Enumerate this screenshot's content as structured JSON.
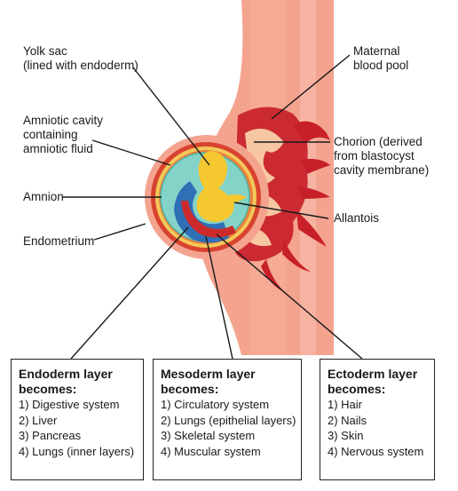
{
  "colors": {
    "tissue": "#f4a38f",
    "tissue_light": "#f9c9ba",
    "blood": "#c8202a",
    "chorion_outer": "#f3c95a",
    "amniotic_fluid": "#83d3c8",
    "yolk_sac": "#f5c830",
    "endoderm": "#2f6fb6",
    "mesoderm": "#cc2a2a"
  },
  "labels": {
    "yolk_sac": "Yolk sac\n(lined with endoderm)",
    "amniotic_cavity": "Amniotic cavity\ncontaining\namniotic fluid",
    "amnion": "Amnion",
    "endometrium": "Endometrium",
    "maternal_blood_pool": "Maternal\nblood pool",
    "chorion": "Chorion (derived\nfrom blastocyst\ncavity membrane)",
    "allantois": "Allantois"
  },
  "boxes": [
    {
      "title": "Endoderm layer\nbecomes:",
      "items": [
        "1) Digestive system",
        "2) Liver",
        "3) Pancreas",
        "4) Lungs (inner layers)"
      ]
    },
    {
      "title": "Mesoderm layer\nbecomes:",
      "items": [
        "1) Circulatory system",
        "2) Lungs (epithelial layers)",
        "3) Skeletal system",
        "4) Muscular system"
      ]
    },
    {
      "title": "Ectoderm layer\nbecomes:",
      "items": [
        "1) Hair",
        "2) Nails",
        "3) Skin",
        "4) Nervous system"
      ]
    }
  ]
}
